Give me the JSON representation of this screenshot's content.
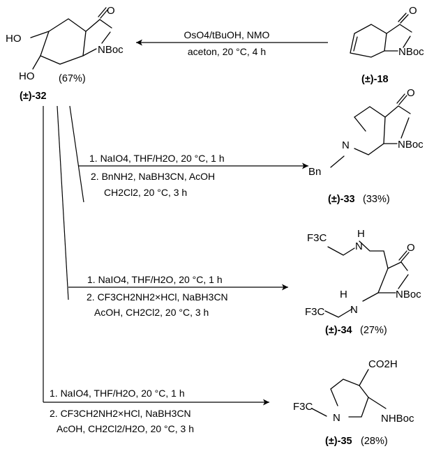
{
  "scheme": {
    "start": {
      "label": "(±)-18"
    },
    "diol": {
      "label": "(±)-32",
      "yield": "(67%)"
    },
    "step0": {
      "line1": "OsO4/tBuOH, NMO",
      "line2": "aceton, 20 °C, 4 h"
    },
    "step1": {
      "line1": "1. NaIO4, THF/H2O, 20 °C, 1 h",
      "line2": "2. BnNH2, NaBH3CN, AcOH",
      "line3": "CH2Cl2, 20 °C, 3 h"
    },
    "step2": {
      "line1": "1. NaIO4, THF/H2O, 20 °C, 1 h",
      "line2": "2. CF3CH2NH2×HCl, NaBH3CN",
      "line3": "AcOH, CH2Cl2, 20 °C, 3 h"
    },
    "step3": {
      "line1": "1. NaIO4, THF/H2O, 20 °C, 1 h",
      "line2": "2. CF3CH2NH2×HCl, NaBH3CN",
      "line3": "AcOH, CH2Cl2/H2O, 20 °C, 3 h"
    },
    "p33": {
      "label": "(±)-33",
      "yield": "(33%)"
    },
    "p34": {
      "label": "(±)-34",
      "yield": "(27%)"
    },
    "p35": {
      "label": "(±)-35",
      "yield": "(28%)"
    }
  },
  "atoms": {
    "o": "O",
    "nboc": "NBoc",
    "ho": "HO",
    "n": "N",
    "bn": "Bn",
    "h": "H",
    "f3c": "F3C",
    "co2h": "CO2H",
    "nhboc": "NHBoc"
  }
}
